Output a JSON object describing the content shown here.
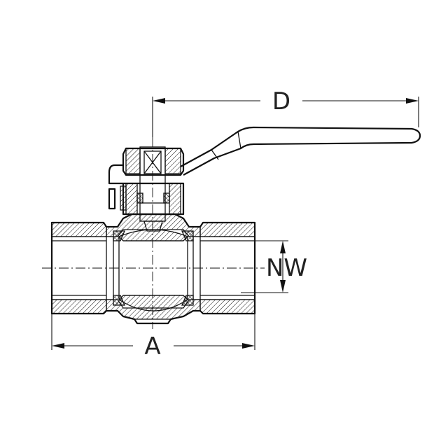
{
  "dimensions": {
    "length_label": "A",
    "handle_label": "D",
    "bore_label": "NW"
  },
  "colors": {
    "line": "#111111",
    "background": "#ffffff"
  }
}
